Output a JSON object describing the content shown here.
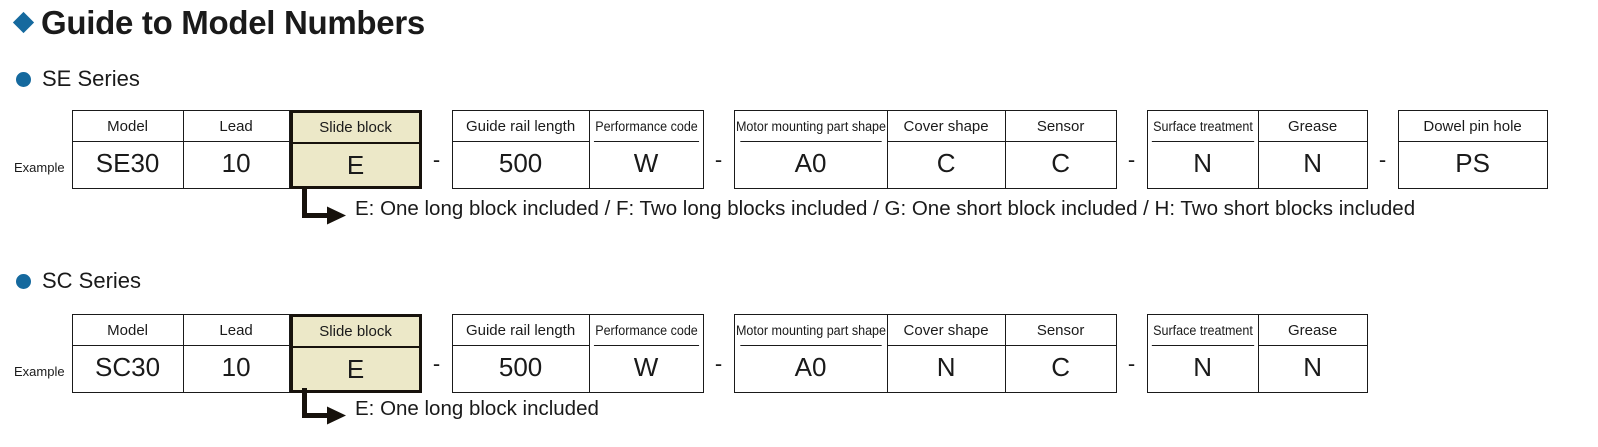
{
  "page": {
    "title": "Guide to Model Numbers",
    "title_bullet_icon": "diamond-bullet-icon",
    "accent_color": "#15699e",
    "highlight_color": "#ece8c8",
    "border_color": "#1a1a1a",
    "example_label": "Example",
    "separator": "-"
  },
  "sections": [
    {
      "id": "se-series",
      "heading": "SE Series",
      "bullet_icon": "circle-bullet-icon",
      "example_label": "Example",
      "groups": [
        {
          "id": "group-model-lead-slide-block",
          "highlight": false,
          "cells": [
            {
              "header": "Model",
              "value": "SE30",
              "condensed": false,
              "highlight": false
            },
            {
              "header": "Lead",
              "value": "10",
              "condensed": false,
              "highlight": false
            }
          ]
        },
        {
          "id": "group-slide-block",
          "highlight": true,
          "cells": [
            {
              "header": "Slide block",
              "value": "E",
              "condensed": false,
              "highlight": true
            }
          ]
        },
        {
          "id": "group-rail-performance",
          "highlight": false,
          "cells": [
            {
              "header": "Guide rail length",
              "value": "500",
              "condensed": false,
              "highlight": false
            },
            {
              "header": "Performance code",
              "value": "W",
              "condensed": true,
              "highlight": false
            }
          ]
        },
        {
          "id": "group-motor-cover-sensor",
          "highlight": false,
          "cells": [
            {
              "header": "Motor mounting part shape",
              "value": "A0",
              "condensed": true,
              "highlight": false
            },
            {
              "header": "Cover shape",
              "value": "C",
              "condensed": false,
              "highlight": false
            },
            {
              "header": "Sensor",
              "value": "C",
              "condensed": false,
              "highlight": false
            }
          ]
        },
        {
          "id": "group-surface-grease",
          "highlight": false,
          "cells": [
            {
              "header": "Surface treatment",
              "value": "N",
              "condensed": true,
              "highlight": false
            },
            {
              "header": "Grease",
              "value": "N",
              "condensed": false,
              "highlight": false
            }
          ]
        },
        {
          "id": "group-dowel-pin-hole",
          "highlight": false,
          "cells": [
            {
              "header": "Dowel pin hole",
              "value": "PS",
              "condensed": false,
              "highlight": false
            }
          ]
        }
      ],
      "callout": "E: One long block included / F: Two long blocks included / G: One short block included / H: Two short blocks included"
    },
    {
      "id": "sc-series",
      "heading": "SC Series",
      "bullet_icon": "circle-bullet-icon",
      "example_label": "Example",
      "groups": [
        {
          "id": "group-model-lead",
          "highlight": false,
          "cells": [
            {
              "header": "Model",
              "value": "SC30",
              "condensed": false,
              "highlight": false
            },
            {
              "header": "Lead",
              "value": "10",
              "condensed": false,
              "highlight": false
            }
          ]
        },
        {
          "id": "group-slide-block",
          "highlight": true,
          "cells": [
            {
              "header": "Slide block",
              "value": "E",
              "condensed": false,
              "highlight": true
            }
          ]
        },
        {
          "id": "group-rail-performance",
          "highlight": false,
          "cells": [
            {
              "header": "Guide rail length",
              "value": "500",
              "condensed": false,
              "highlight": false
            },
            {
              "header": "Performance code",
              "value": "W",
              "condensed": true,
              "highlight": false
            }
          ]
        },
        {
          "id": "group-motor-cover-sensor",
          "highlight": false,
          "cells": [
            {
              "header": "Motor mounting part shape",
              "value": "A0",
              "condensed": true,
              "highlight": false
            },
            {
              "header": "Cover shape",
              "value": "N",
              "condensed": false,
              "highlight": false
            },
            {
              "header": "Sensor",
              "value": "C",
              "condensed": false,
              "highlight": false
            }
          ]
        },
        {
          "id": "group-surface-grease",
          "highlight": false,
          "cells": [
            {
              "header": "Surface treatment",
              "value": "N",
              "condensed": true,
              "highlight": false
            },
            {
              "header": "Grease",
              "value": "N",
              "condensed": false,
              "highlight": false
            }
          ]
        }
      ],
      "callout": "E: One long block included"
    }
  ]
}
